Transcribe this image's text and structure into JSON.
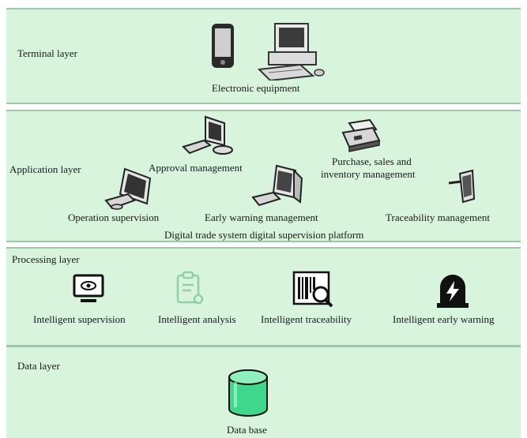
{
  "layers": {
    "terminal": {
      "title": "Terminal layer",
      "caption": "Electronic equipment",
      "icons": [
        "tablet-icon",
        "desktop-computer-icon"
      ]
    },
    "application": {
      "title": "Application layer",
      "items": {
        "approval": "Approval management",
        "purchase_line1": "Purchase, sales and",
        "purchase_line2": "inventory management",
        "operation": "Operation supervision",
        "early_warning": "Early warning management",
        "traceability": "Traceability management"
      },
      "platform": "Digital trade system digital supervision platform"
    },
    "processing": {
      "title": "Processing layer",
      "items": {
        "supervision": "Intelligent supervision",
        "analysis": "Intelligent analysis",
        "traceability": "Intelligent traceability",
        "early_warning": "Intelligent early warning"
      }
    },
    "data": {
      "title": "Data layer",
      "caption": "Data base"
    }
  },
  "colors": {
    "band_fill": "#d8f4dc",
    "band_border": "#9fc9a6",
    "analysis_icon": "#8fd0a6",
    "database_fill": "#3fd78b"
  }
}
